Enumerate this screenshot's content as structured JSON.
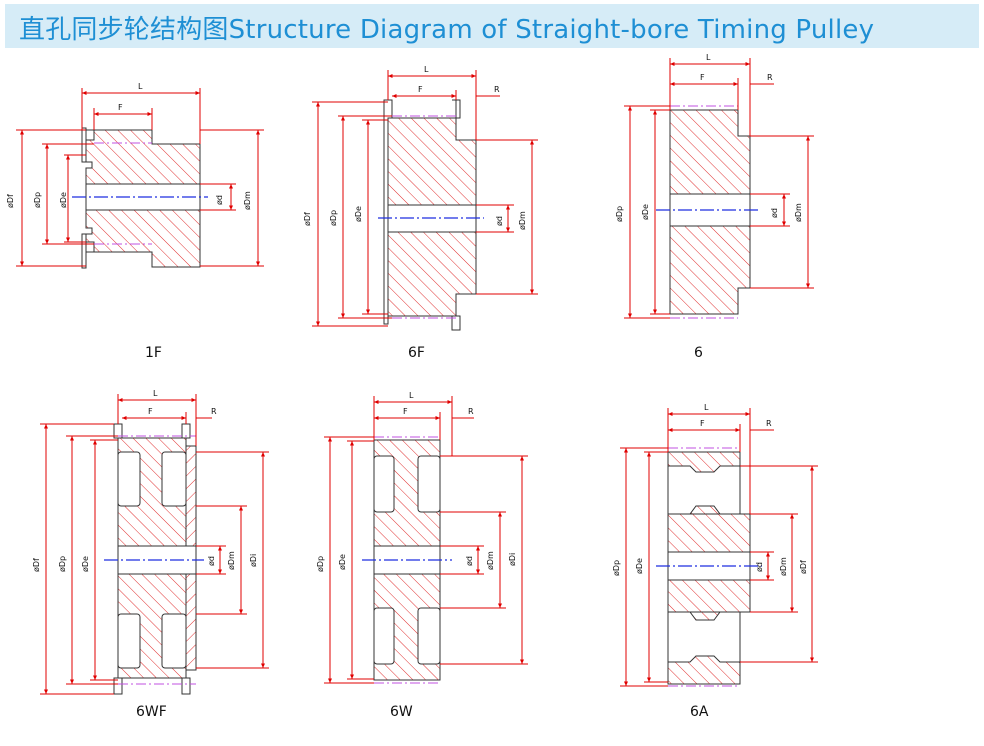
{
  "header": {
    "title": "直孔同步轮结构图Structure Diagram of Straight-bore Timing Pulley"
  },
  "colors": {
    "title_text": "#1e8fd4",
    "title_background": "#d6ecf7",
    "hatch": "#e03030",
    "dimension_lines": "#e00000",
    "center_line": "#1d2fe0",
    "pitch_line": "#c050e0"
  },
  "diagrams": {
    "d1": {
      "caption": "1F",
      "labels": {
        "L": "L",
        "F": "F",
        "Df": "øDf",
        "Dp": "øDp",
        "De": "øDe",
        "d": "ød",
        "Dm": "øDm"
      }
    },
    "d2": {
      "caption": "6F",
      "labels": {
        "L": "L",
        "F": "F",
        "R": "R",
        "Df": "øDf",
        "Dp": "øDp",
        "De": "øDe",
        "d": "ød",
        "Dm": "øDm"
      }
    },
    "d3": {
      "caption": "6",
      "labels": {
        "L": "L",
        "F": "F",
        "R": "R",
        "Dp": "øDp",
        "De": "øDe",
        "d": "ød",
        "Dm": "øDm"
      }
    },
    "d4": {
      "caption": "6WF",
      "labels": {
        "L": "L",
        "F": "F",
        "R": "R",
        "Df": "øDf",
        "Dp": "øDp",
        "De": "øDe",
        "d": "ød",
        "Dm": "øDm",
        "Di": "øDi"
      }
    },
    "d5": {
      "caption": "6W",
      "labels": {
        "L": "L",
        "F": "F",
        "R": "R",
        "Dp": "øDp",
        "De": "øDe",
        "d": "ød",
        "Dm": "øDm",
        "Di": "øDi"
      }
    },
    "d6": {
      "caption": "6A",
      "labels": {
        "L": "L",
        "F": "F",
        "R": "R",
        "Dp": "øDp",
        "De": "øDe",
        "d": "ød",
        "Dm": "øDm",
        "Df": "øDf"
      }
    }
  }
}
